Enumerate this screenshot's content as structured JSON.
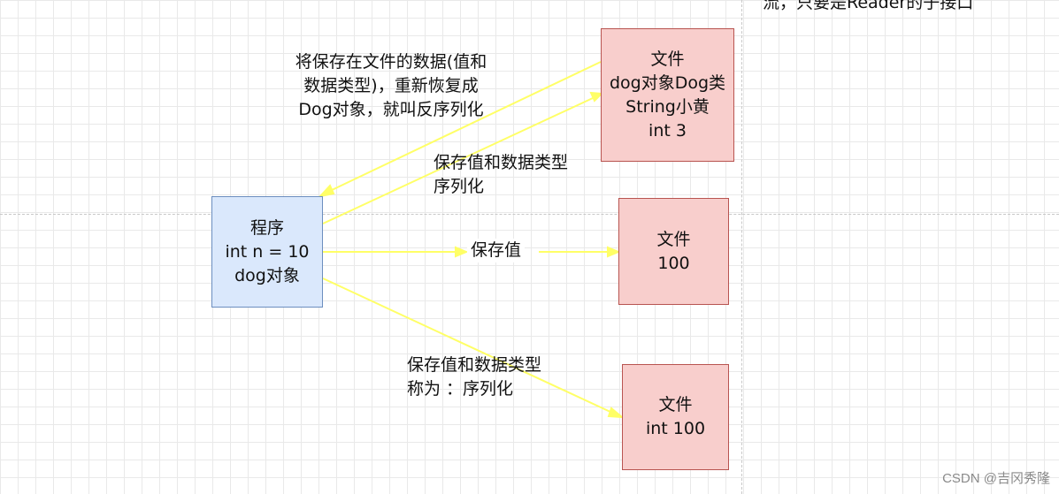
{
  "program_box": {
    "lines": [
      "程序",
      "int n = 10",
      "dog对象"
    ]
  },
  "file_object_box": {
    "lines": [
      "文件",
      "dog对象Dog类",
      "String小黄",
      "int 3"
    ]
  },
  "file_value_box": {
    "lines": [
      "文件",
      "100"
    ]
  },
  "file_typed_box": {
    "lines": [
      "文件",
      "int 100"
    ]
  },
  "labels": {
    "deserialize": [
      "将保存在文件的数据(值和",
      "数据类型)，重新恢复成",
      "Dog对象，就叫反序列化"
    ],
    "serialize_object": [
      "保存值和数据类型",
      "序列化"
    ],
    "save_value": "保存值",
    "serialize_typed": [
      "保存值和数据类型",
      "称为 ：序列化"
    ]
  },
  "top_clipped_text": "流，只要是Reader的子接口",
  "watermark": "CSDN @吉冈秀隆",
  "colors": {
    "arrow": "#ffff66",
    "program_fill": "#dae8fc",
    "program_border": "#6c8ebf",
    "file_fill": "#f8cecc",
    "file_border": "#b85450"
  }
}
